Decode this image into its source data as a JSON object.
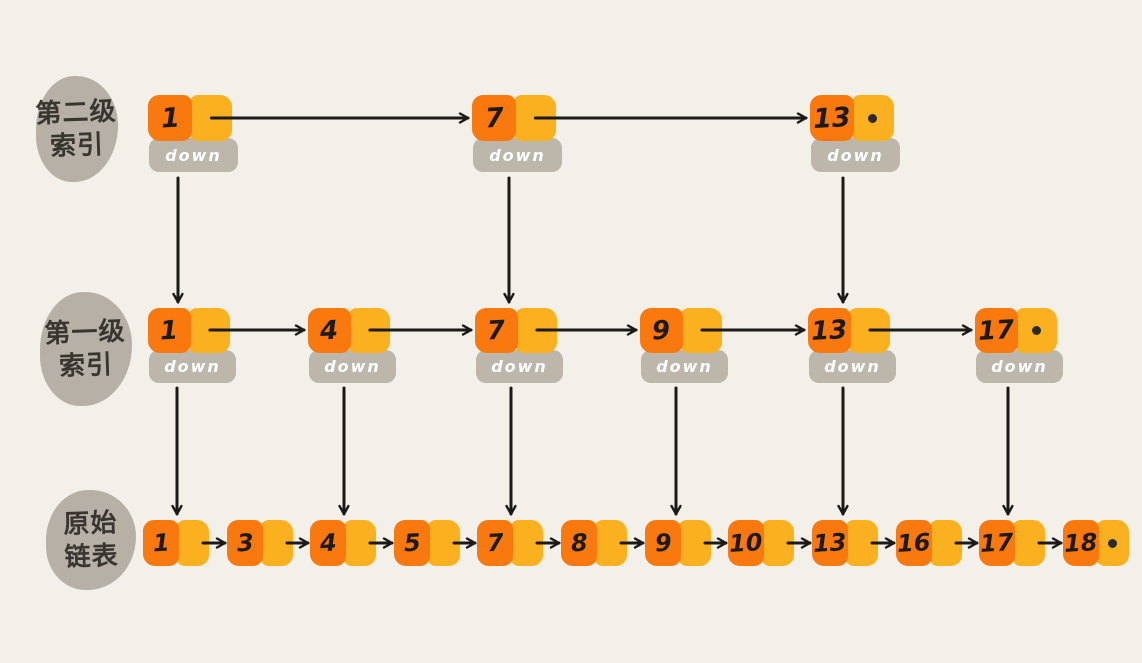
{
  "labels": {
    "down": "down"
  },
  "colors": {
    "background": "#f2f0e9",
    "orange_value_cell": "#f9790f",
    "yellow_pointer_cell": "#fbb01f",
    "down_box_gray": "#bcb6ab",
    "label_blob_gray": "#b6b0a7",
    "arrow_black": "#1b1a18",
    "number_black": "#1d1b18"
  },
  "rows": [
    {
      "id": "second-level-index",
      "label_lines": [
        "第二级",
        "索引"
      ],
      "nodes": [
        {
          "value": "1",
          "down": true
        },
        {
          "value": "7",
          "down": true
        },
        {
          "value": "13",
          "down": true,
          "null_pointer": true
        }
      ]
    },
    {
      "id": "first-level-index",
      "label_lines": [
        "第一级",
        "索引"
      ],
      "nodes": [
        {
          "value": "1",
          "down": true
        },
        {
          "value": "4",
          "down": true
        },
        {
          "value": "7",
          "down": true
        },
        {
          "value": "9",
          "down": true
        },
        {
          "value": "13",
          "down": true
        },
        {
          "value": "17",
          "down": true,
          "null_pointer": true
        }
      ]
    },
    {
      "id": "original-linked-list",
      "label_lines": [
        "原始",
        "链表"
      ],
      "nodes": [
        {
          "value": "1"
        },
        {
          "value": "3"
        },
        {
          "value": "4"
        },
        {
          "value": "5"
        },
        {
          "value": "7"
        },
        {
          "value": "8"
        },
        {
          "value": "9"
        },
        {
          "value": "10"
        },
        {
          "value": "13"
        },
        {
          "value": "16"
        },
        {
          "value": "17"
        },
        {
          "value": "18",
          "null_pointer": true
        }
      ]
    }
  ]
}
